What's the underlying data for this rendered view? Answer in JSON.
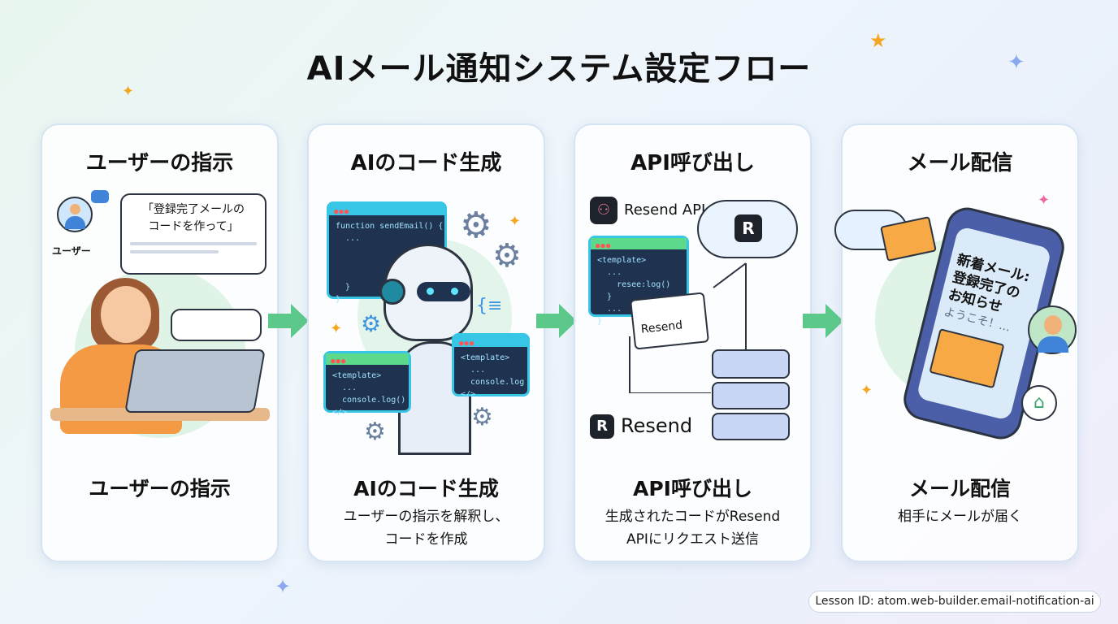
{
  "title": "AIメール通知システム設定フロー",
  "steps": [
    {
      "heading": "ユーザーの指示",
      "subtitle": "ユーザーの指示",
      "desc": [],
      "user_label": "ユーザー",
      "speech": [
        "「登録完了メールの",
        "コードを作って」"
      ]
    },
    {
      "heading": "AIのコード生成",
      "subtitle": "AIのコード生成",
      "desc": [
        "ユーザーの指示を解釈し、",
        "コードを作成"
      ],
      "code_main": "function sendEmail() {\n  ...\n\n\n\n  }\n}",
      "code_left": "<template>\n  ...\n  console.log()\n</>",
      "code_right": "<template>\n  ...\n  console.log\n</>"
    },
    {
      "heading": "API呼び出し",
      "subtitle": "API呼び出し",
      "desc": [
        "生成されたコードがResend",
        "APIにリクエスト送信"
      ],
      "api_label": "Resend API",
      "code": "<template>\n  ...\n    resee:log()\n  }\n  ...\n}",
      "doc_label": "Resend",
      "brand_label": "Resend",
      "brand_letter": "R"
    },
    {
      "heading": "メール配信",
      "subtitle": "メール配信",
      "desc": [
        "相手にメールが届く"
      ],
      "phone_text": [
        "新着メール:",
        "登録完了の",
        "お知らせ"
      ],
      "phone_sub": "ようこそ！..."
    }
  ],
  "lesson_id": "Lesson ID: atom.web-builder.email-notification-ai",
  "colors": {
    "arrow": "#5cc98a",
    "code_frame": "#38c6e6",
    "accent": "#f5a623"
  }
}
